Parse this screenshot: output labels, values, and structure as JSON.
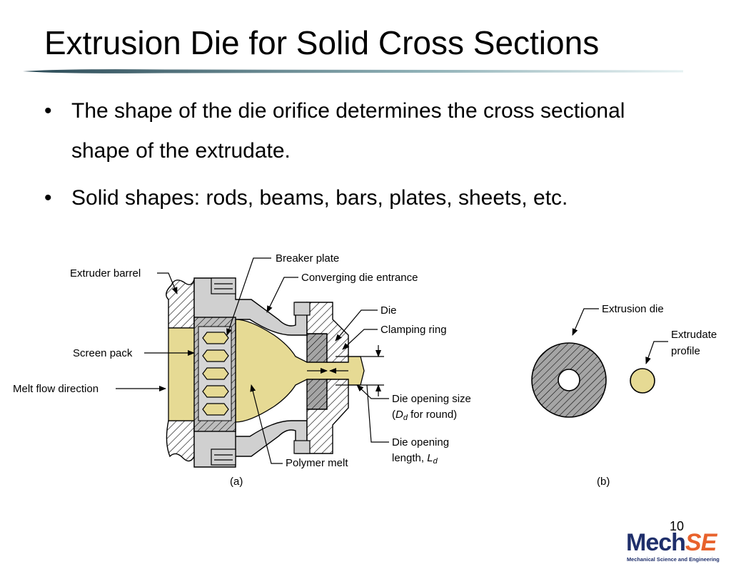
{
  "slide": {
    "title": "Extrusion Die for Solid Cross Sections",
    "bullets": [
      "The shape of the die orifice determines the cross sectional shape of the extrudate.",
      "Solid shapes:  rods, beams, bars, plates, sheets, etc."
    ],
    "page_number": "10"
  },
  "figure": {
    "labels": {
      "extruder_barrel": "Extruder barrel",
      "breaker_plate": "Breaker plate",
      "converging_entrance": "Converging die entrance",
      "die": "Die",
      "clamping_ring": "Clamping ring",
      "screen_pack": "Screen pack",
      "melt_flow": "Melt flow direction",
      "opening_size_1": "Die opening size",
      "opening_size_2_pre": "(",
      "opening_size_2_sym": "D",
      "opening_size_2_sub": "d",
      "opening_size_2_post": " for round)",
      "polymer_melt": "Polymer melt",
      "opening_length_1": "Die opening",
      "opening_length_2_pre": "length, ",
      "opening_length_2_sym": "L",
      "opening_length_2_sub": "d",
      "extrusion_die": "Extrusion die",
      "extrudate_1": "Extrudate",
      "extrudate_2": "profile",
      "caption_a": "(a)",
      "caption_b": "(b)"
    },
    "colors": {
      "melt": "#e6da94",
      "metal": "#d0d0d0",
      "die_dark": "#9a9a9a",
      "outline": "#000000"
    }
  },
  "logo": {
    "mech": "Mech",
    "se": "SE",
    "subtitle": "Mechanical Science and Engineering",
    "colors": {
      "mech": "#1f2f6b",
      "se": "#e8622c"
    }
  }
}
